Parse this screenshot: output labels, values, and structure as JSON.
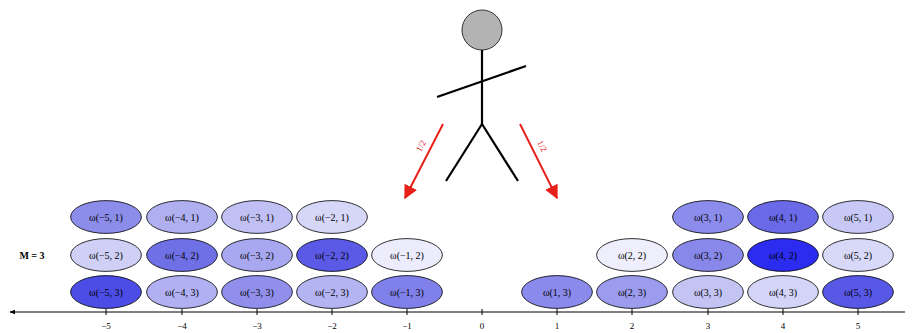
{
  "diagram": {
    "nodes": [
      {
        "text": [
          "ω(−5, 1)"
        ]
      },
      {
        "text": [
          "ω(−4, 1)"
        ]
      },
      {
        "text": [
          "ω(−3, 1)"
        ]
      },
      {
        "text": [
          "ω(−2, 1)"
        ]
      },
      {
        "text": [
          "ω(3, 1)"
        ]
      },
      {
        "text": [
          "ω(4, 1)"
        ]
      },
      {
        "text": [
          "ω(5, 1)"
        ]
      },
      {
        "text": [
          "ω(−5, 2)"
        ]
      },
      {
        "text": [
          "ω(−4, 2)"
        ]
      },
      {
        "text": [
          "ω(−3, 2)"
        ]
      },
      {
        "text": [
          "ω(−2, 2)"
        ]
      },
      {
        "text": [
          "ω(−1, 2)"
        ]
      },
      {
        "text": [
          "ω(2, 2)"
        ]
      },
      {
        "text": [
          "ω(3, 2)"
        ]
      },
      {
        "text": [
          "ω(4, 2)"
        ]
      },
      {
        "text": [
          "ω(5, 2)"
        ]
      },
      {
        "text": [
          "ω(−5, 3)"
        ]
      },
      {
        "text": [
          "ω(−4, 3)"
        ]
      },
      {
        "text": [
          "ω(−3, 3)"
        ]
      },
      {
        "text": [
          "ω(−2, 3)"
        ]
      },
      {
        "text": [
          "ω(−1, 3)"
        ]
      },
      {
        "text": [
          "ω(1, 3)"
        ]
      },
      {
        "text": [
          "ω(2, 3)"
        ]
      },
      {
        "text": [
          "ω(3, 3)"
        ]
      },
      {
        "text": [
          "ω(4, 3)"
        ]
      },
      {
        "text": [
          "ω(5, 3)"
        ]
      }
    ],
    "labels": [
      "1/2",
      "1/2",
      "M = 3",
      "−5",
      "−4",
      "−3",
      "−2",
      "−1",
      "0",
      "1",
      "2",
      "3",
      "4",
      "5"
    ]
  }
}
